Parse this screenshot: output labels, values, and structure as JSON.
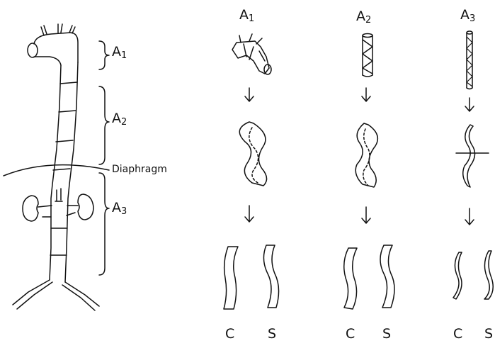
{
  "colors": {
    "ink": "#111111",
    "background": "#ffffff"
  },
  "aorta_labels": {
    "seg1": {
      "letter": "A",
      "index": "1"
    },
    "seg2": {
      "letter": "A",
      "index": "2"
    },
    "seg3": {
      "letter": "A",
      "index": "3"
    },
    "diaphragm": "Diaphragm"
  },
  "columns": [
    {
      "letter": "A",
      "index": "1",
      "circumferential": "C",
      "spiral": "S"
    },
    {
      "letter": "A",
      "index": "2",
      "circumferential": "C",
      "spiral": "S"
    },
    {
      "letter": "A",
      "index": "3",
      "circumferential": "C",
      "spiral": "S"
    }
  ],
  "icons": [
    "down-arrow-icon",
    "cut-line-icon",
    "spiral-cut-icon"
  ]
}
